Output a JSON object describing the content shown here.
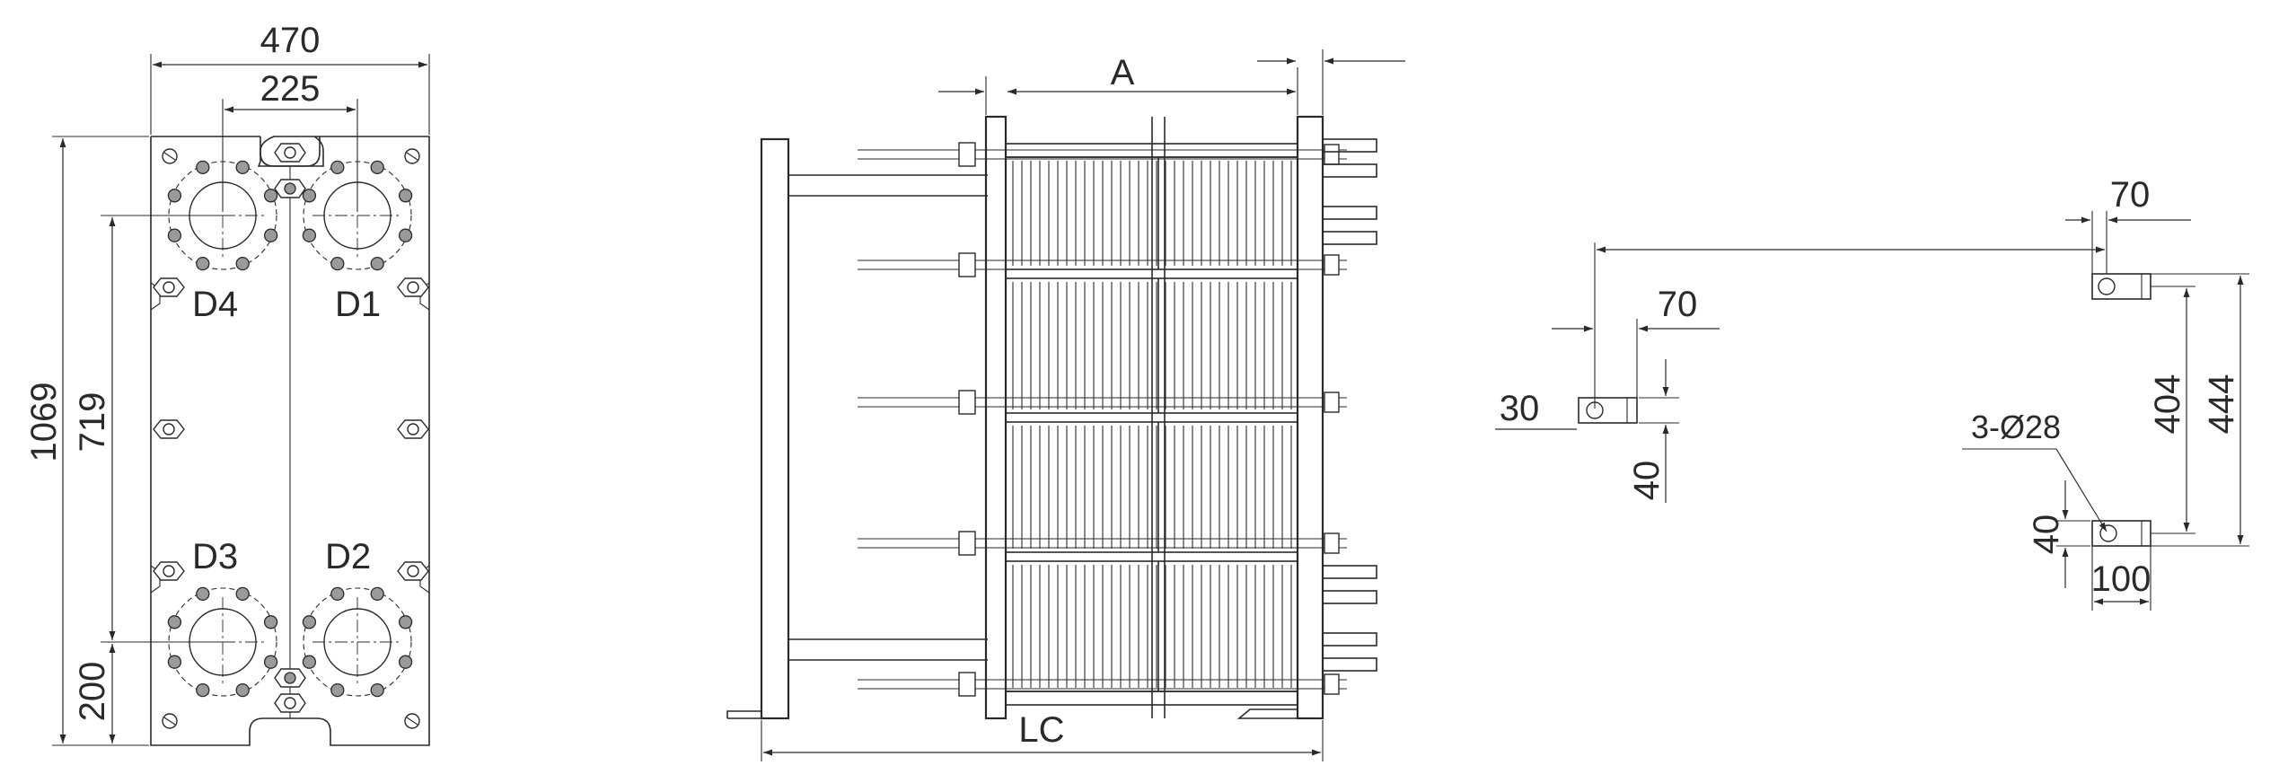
{
  "front_view": {
    "dims": {
      "overall_width": "470",
      "port_spacing": "225",
      "overall_height": "1069",
      "port_vertical": "719",
      "bottom_port": "200"
    },
    "ports": {
      "top_left": "D4",
      "top_right": "D1",
      "bottom_left": "D3",
      "bottom_right": "D2"
    }
  },
  "side_view": {
    "dims": {
      "pressure_plate": "A",
      "overall_length": "LC"
    }
  },
  "foot_view": {
    "dims": {
      "top_slot_width": "70",
      "left_slot_width": "70",
      "left_slot_offset": "30",
      "left_slot_height": "40",
      "hole_spec": "3-Ø28",
      "inner_spacing": "404",
      "outer_spacing": "444",
      "bottom_slot_height": "40",
      "bottom_slot_width": "100"
    }
  }
}
